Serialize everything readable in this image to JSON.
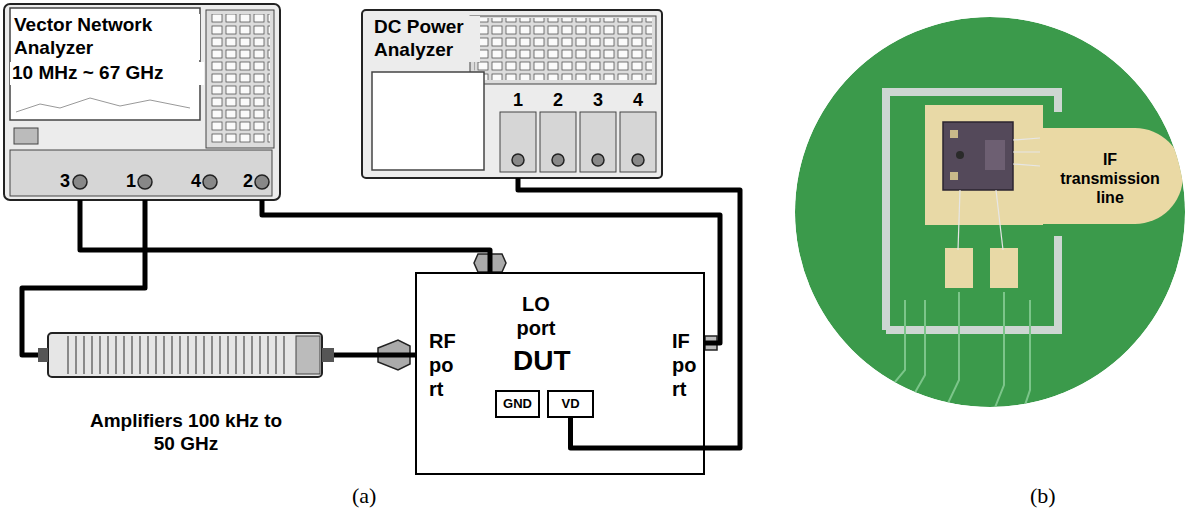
{
  "diagram": {
    "nodes": [
      {
        "text": [
          "Vector Network Analyzer",
          "10 MHz ~ 67 GHz"
        ]
      },
      {
        "text": [
          "DC Power Analyzer"
        ]
      },
      {
        "text": [
          "Amplifiers 100 kHz to 50 GHz"
        ]
      },
      {
        "text": [
          "LO port",
          "RF port",
          "DUT",
          "IF port"
        ]
      },
      {
        "text": [
          "GND"
        ],
        "in": 3
      },
      {
        "text": [
          "VD"
        ],
        "in": 3
      },
      {
        "text": [
          "IF transmission line"
        ]
      }
    ],
    "edges": [
      {
        "from": 0,
        "to": 3,
        "arrow": "none"
      },
      {
        "from": 0,
        "to": 2,
        "arrow": "none"
      },
      {
        "from": 0,
        "to": 3,
        "arrow": "none"
      },
      {
        "from": 2,
        "to": 3,
        "arrow": "none"
      },
      {
        "from": 1,
        "to": 5,
        "arrow": "none"
      }
    ],
    "labels": [
      "3",
      "1",
      "4",
      "2",
      "1",
      "2",
      "3",
      "4",
      "(a)",
      "(b)"
    ]
  }
}
